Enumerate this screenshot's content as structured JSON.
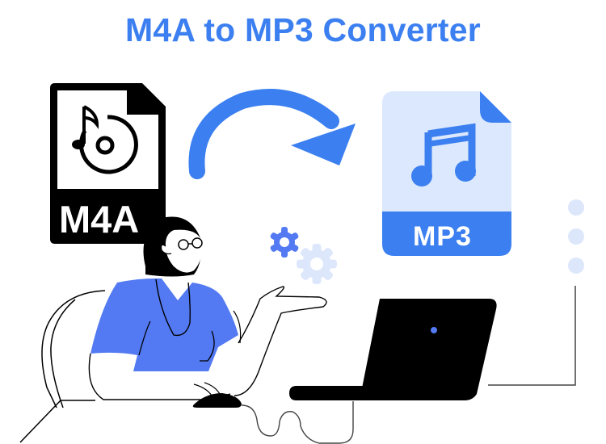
{
  "header": {
    "title": "M4A to MP3 Converter"
  },
  "source_file": {
    "format_label": "M4A",
    "icon": "music-disc-file-icon"
  },
  "target_file": {
    "format_label": "MP3",
    "icon": "music-note-file-icon"
  },
  "conversion": {
    "arrow_icon": "curved-arrow-right-icon",
    "gear_icons": [
      "gear-icon-active",
      "gear-icon-faded"
    ]
  },
  "decorations": {
    "dots_count": 3
  },
  "colors": {
    "brand_blue": "#3b7ff0",
    "shirt_blue": "#537af2",
    "pale_blue": "#dde7fb",
    "file_pale": "#dce8fd",
    "black": "#000000"
  }
}
